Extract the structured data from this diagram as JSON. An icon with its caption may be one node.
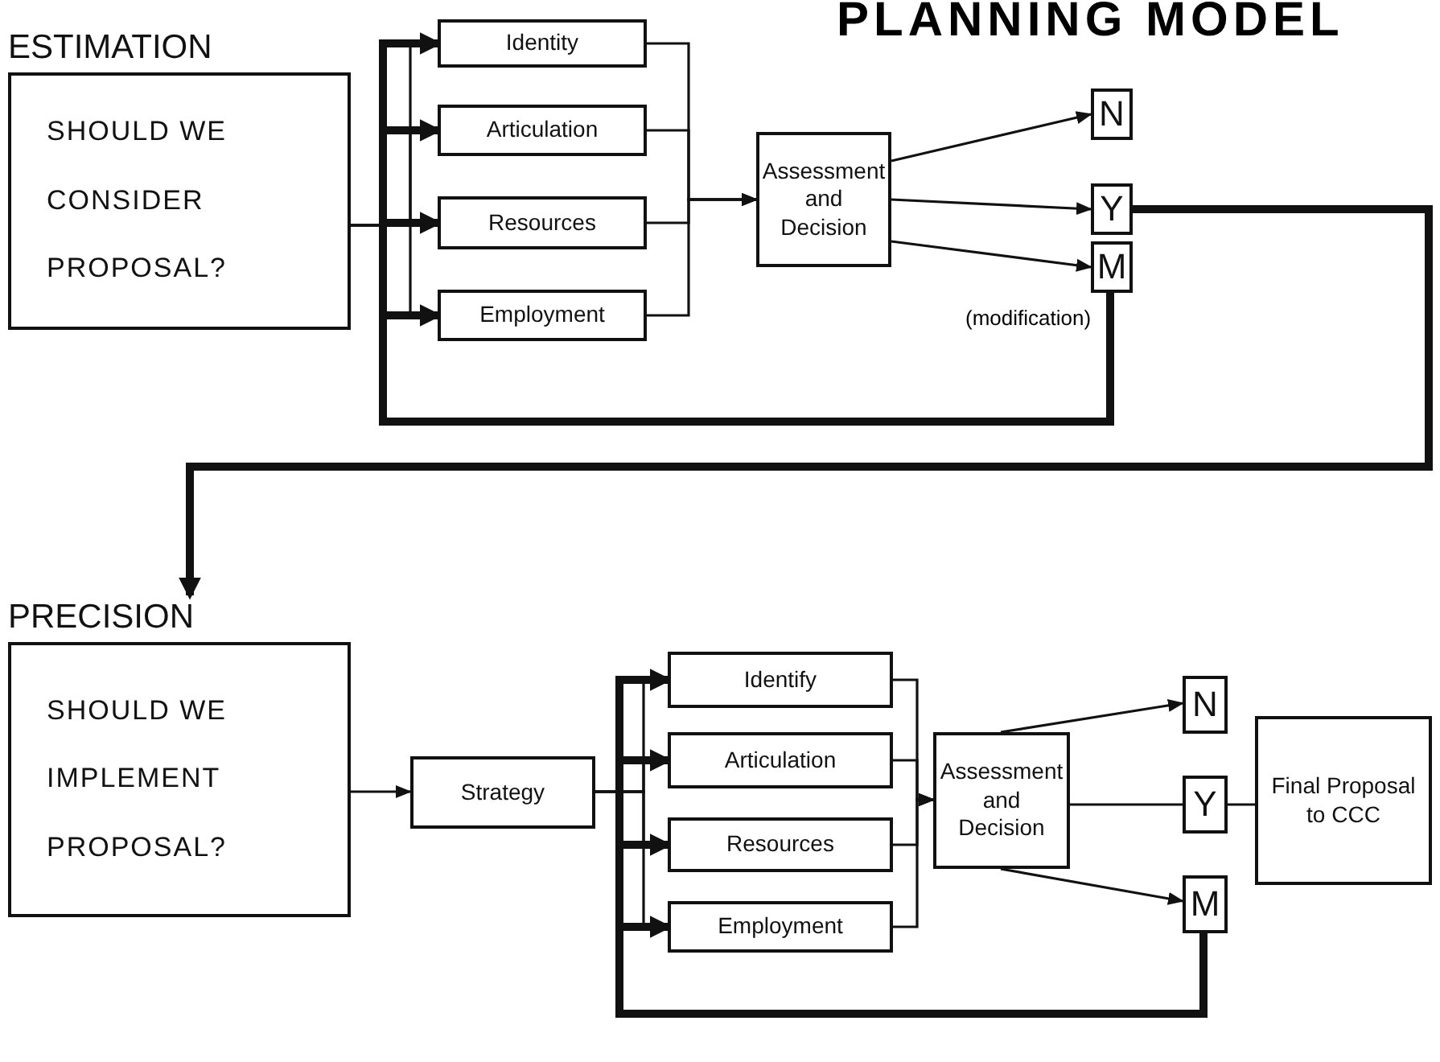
{
  "diagram": {
    "title": "PLANNING MODEL",
    "nodes": [
      {
        "text": [
          "ESTIMATION",
          "SHOULD WE CONSIDER PROPOSAL?"
        ]
      },
      {
        "text": [
          "Identity"
        ]
      },
      {
        "text": [
          "Articulation"
        ]
      },
      {
        "text": [
          "Resources"
        ]
      },
      {
        "text": [
          "Employment"
        ]
      },
      {
        "text": [
          "Assessment and Decision"
        ]
      },
      {
        "text": [
          "N"
        ]
      },
      {
        "text": [
          "Y"
        ]
      },
      {
        "text": [
          "M"
        ],
        "beside": [
          "(modification)"
        ]
      },
      {
        "text": [
          "PRECISION",
          "SHOULD WE IMPLEMENT PROPOSAL?"
        ]
      },
      {
        "text": [
          "Strategy"
        ]
      },
      {
        "text": [
          "Identify"
        ]
      },
      {
        "text": [
          "Articulation"
        ]
      },
      {
        "text": [
          "Resources"
        ]
      },
      {
        "text": [
          "Employment"
        ]
      },
      {
        "text": [
          "Assessment and Decision"
        ]
      },
      {
        "text": [
          "N"
        ]
      },
      {
        "text": [
          "Y"
        ]
      },
      {
        "text": [
          "M"
        ]
      },
      {
        "text": [
          "Final Proposal to CCC"
        ]
      }
    ],
    "edges": [
      {
        "from": 0,
        "to": 1,
        "arrow": "to"
      },
      {
        "from": 0,
        "to": 2,
        "arrow": "to"
      },
      {
        "from": 0,
        "to": 3,
        "arrow": "to"
      },
      {
        "from": 0,
        "to": 4,
        "arrow": "to"
      },
      {
        "from": 1,
        "to": 5,
        "arrow": "to"
      },
      {
        "from": 2,
        "to": 5,
        "arrow": "to"
      },
      {
        "from": 3,
        "to": 5,
        "arrow": "to"
      },
      {
        "from": 4,
        "to": 5,
        "arrow": "to"
      },
      {
        "from": 5,
        "to": 6,
        "arrow": "to"
      },
      {
        "from": 5,
        "to": 7,
        "arrow": "to"
      },
      {
        "from": 5,
        "to": 8,
        "arrow": "to"
      },
      {
        "from": 8,
        "to": 1,
        "arrow": "to",
        "style": "thick"
      },
      {
        "from": 8,
        "to": 2,
        "arrow": "to",
        "style": "thick"
      },
      {
        "from": 8,
        "to": 3,
        "arrow": "to",
        "style": "thick"
      },
      {
        "from": 8,
        "to": 4,
        "arrow": "to",
        "style": "thick"
      },
      {
        "from": 7,
        "to": 9,
        "arrow": "to",
        "style": "thick"
      },
      {
        "from": 9,
        "to": 10,
        "arrow": "to"
      },
      {
        "from": 10,
        "to": 11,
        "arrow": "to"
      },
      {
        "from": 10,
        "to": 12,
        "arrow": "to"
      },
      {
        "from": 10,
        "to": 13,
        "arrow": "to"
      },
      {
        "from": 10,
        "to": 14,
        "arrow": "to"
      },
      {
        "from": 11,
        "to": 15,
        "arrow": "to"
      },
      {
        "from": 12,
        "to": 15,
        "arrow": "to"
      },
      {
        "from": 13,
        "to": 15,
        "arrow": "to"
      },
      {
        "from": 14,
        "to": 15,
        "arrow": "to"
      },
      {
        "from": 15,
        "to": 16,
        "arrow": "to"
      },
      {
        "from": 15,
        "to": 17,
        "arrow": "none"
      },
      {
        "from": 15,
        "to": 18,
        "arrow": "to"
      },
      {
        "from": 17,
        "to": 19,
        "arrow": "none"
      },
      {
        "from": 18,
        "to": 11,
        "arrow": "to",
        "style": "thick"
      },
      {
        "from": 18,
        "to": 12,
        "arrow": "to",
        "style": "thick"
      },
      {
        "from": 18,
        "to": 13,
        "arrow": "to",
        "style": "thick"
      },
      {
        "from": 18,
        "to": 14,
        "arrow": "to",
        "style": "thick"
      }
    ]
  }
}
